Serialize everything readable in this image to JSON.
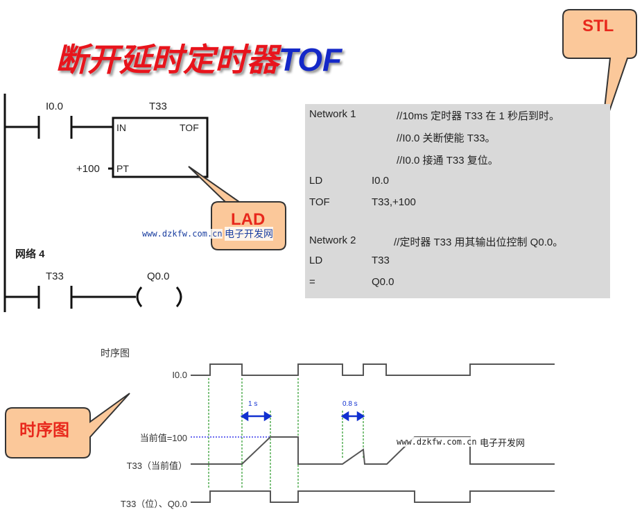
{
  "title": {
    "main": "断开延时定时器",
    "suffix": "TOF"
  },
  "lad": {
    "contact1": "I0.0",
    "timer": "T33",
    "in": "IN",
    "type": "TOF",
    "pt_value": "+100",
    "pt": "PT",
    "network4": "网络 4",
    "contact2": "T33",
    "coil": "Q0.0",
    "callout": "LAD"
  },
  "stl": {
    "callout": "STL",
    "rows": [
      {
        "a": "Network 1",
        "b": "",
        "c": "//10ms 定时器 T33 在 1 秒后到时。"
      },
      {
        "a": "",
        "b": "",
        "c": "//I0.0 关断使能 T33。"
      },
      {
        "a": "",
        "b": "",
        "c": "//I0.0 接通 T33 复位。"
      },
      {
        "a": "LD",
        "b": "I0.0",
        "c": ""
      },
      {
        "a": "TOF",
        "b": "T33,+100",
        "c": ""
      },
      {
        "a": "Network 2",
        "b": "",
        "c": "//定时器 T33 用其输出位控制 Q0.0。"
      },
      {
        "a": "LD",
        "b": "T33",
        "c": ""
      },
      {
        "a": "=",
        "b": "Q0.0",
        "c": ""
      }
    ]
  },
  "timing": {
    "heading": "时序图",
    "callout": "时序图",
    "sig_i00": "I0.0",
    "preset": "当前值=100",
    "sig_cur": "T33（当前值）",
    "sig_bit": "T33（位）、Q0.0",
    "dur1": "1 s",
    "dur2": "0.8 s"
  },
  "watermark": {
    "url": "www.dzkfw.com.cn",
    "name": "电子开发网"
  },
  "colors": {
    "callout": "#fbc89a",
    "title_red": "#e8141c",
    "title_blue": "#1428c8",
    "stl_bg": "#d9d9d9"
  }
}
